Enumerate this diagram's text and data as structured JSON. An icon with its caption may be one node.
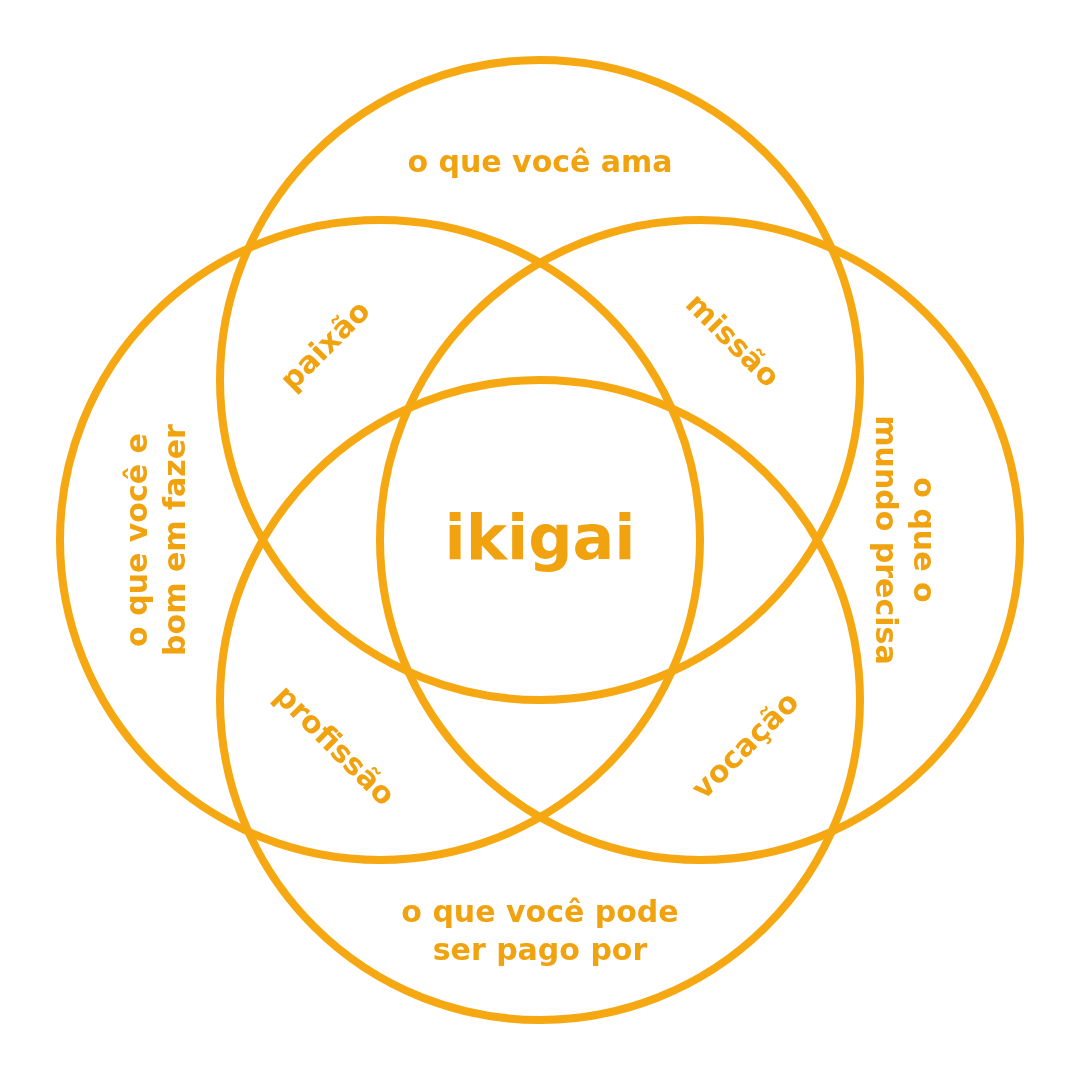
{
  "diagram": {
    "nodes": [
      {
        "text": [
          "o que você ama"
        ]
      },
      {
        "text": [
          "o que você e bom em fazer"
        ]
      },
      {
        "text": [
          "o que o mundo precisa"
        ]
      },
      {
        "text": [
          "o que você pode ser pago por"
        ]
      }
    ],
    "labels": [
      "paixão",
      "missão",
      "ikigai",
      "profissão",
      "vocação"
    ]
  }
}
